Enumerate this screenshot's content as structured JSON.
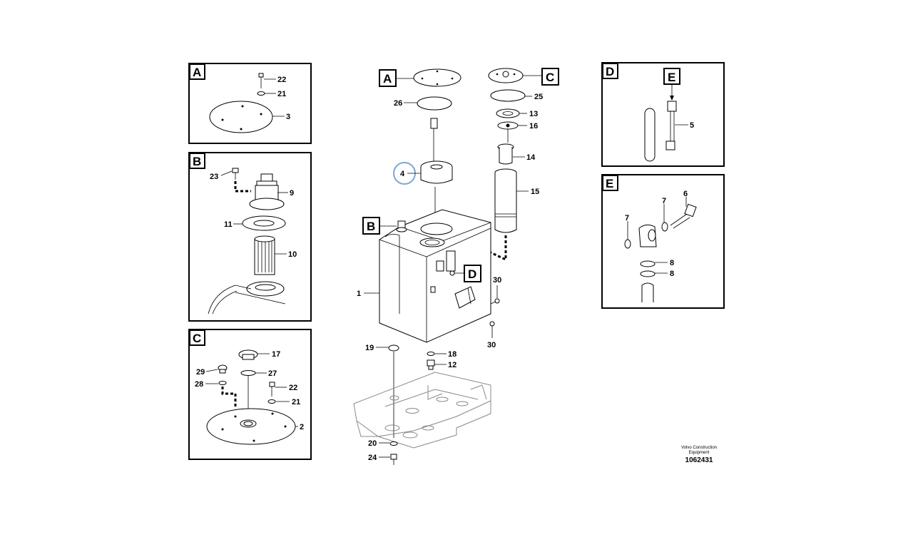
{
  "panels": {
    "A": {
      "letter": "A",
      "labels": [
        "22",
        "21",
        "3"
      ]
    },
    "B": {
      "letter": "B",
      "labels": [
        "23",
        "9",
        "11",
        "10"
      ]
    },
    "C": {
      "letter": "C",
      "labels": [
        "17",
        "29",
        "27",
        "28",
        "22",
        "21",
        "2"
      ]
    },
    "D": {
      "letter": "D",
      "sub_letter": "E",
      "labels": [
        "5"
      ]
    },
    "E": {
      "letter": "E",
      "labels": [
        "7",
        "6",
        "7",
        "8",
        "8"
      ]
    }
  },
  "main": {
    "callouts": {
      "A": "A",
      "B": "B",
      "C": "C",
      "D": "D"
    },
    "labels": {
      "l26": "26",
      "l25": "25",
      "l13": "13",
      "l16": "16",
      "l14": "14",
      "l15": "15",
      "l4": "4",
      "l1": "1",
      "l30a": "30",
      "l30b": "30",
      "l19": "19",
      "l18": "18",
      "l12": "12",
      "l20": "20",
      "l24": "24"
    },
    "highlight_color": "#7aa7d6"
  },
  "footer": {
    "brand_line1": "Volvo Construction",
    "brand_line2": "Equipment",
    "doc_number": "1062431"
  }
}
